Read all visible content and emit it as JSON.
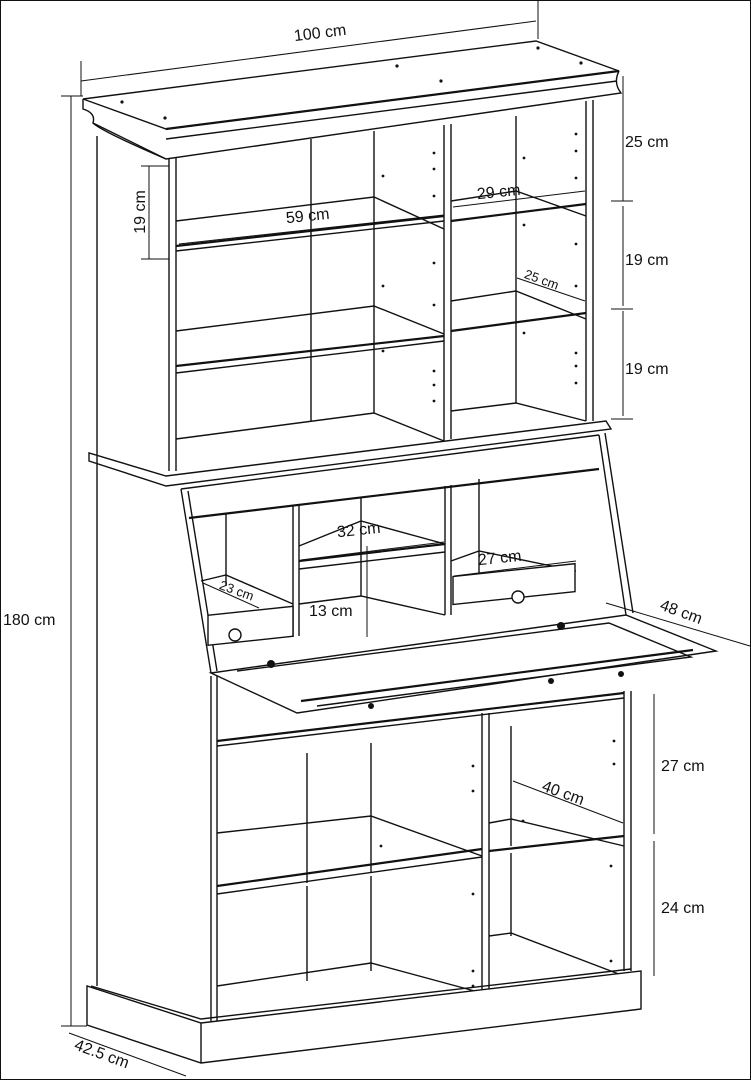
{
  "diagram": {
    "subject": "Secretary desk bookcase with fold-down writing flap",
    "colors": {
      "line": "#111111",
      "background": "#ffffff"
    },
    "dimensions": {
      "overall_width": "100 cm",
      "overall_height": "180 cm",
      "overall_depth": "42.5 cm",
      "top_section": {
        "top_shelf_height": "25 cm",
        "middle_shelf_height": "19 cm",
        "bottom_shelf_height": "19 cm",
        "left_inner_height": "19 cm",
        "left_compartment_width": "59 cm",
        "right_compartment_width": "29 cm",
        "shelf_depth": "25 cm"
      },
      "desk_section": {
        "center_cubby_width": "32 cm",
        "right_drawer_width": "27 cm",
        "left_drawer_depth": "23 cm",
        "center_cubby_height": "13 cm",
        "flap_depth": "48 cm"
      },
      "bottom_section": {
        "upper_shelf_height": "27 cm",
        "lower_shelf_height": "24 cm",
        "shelf_depth": "40 cm"
      }
    }
  }
}
